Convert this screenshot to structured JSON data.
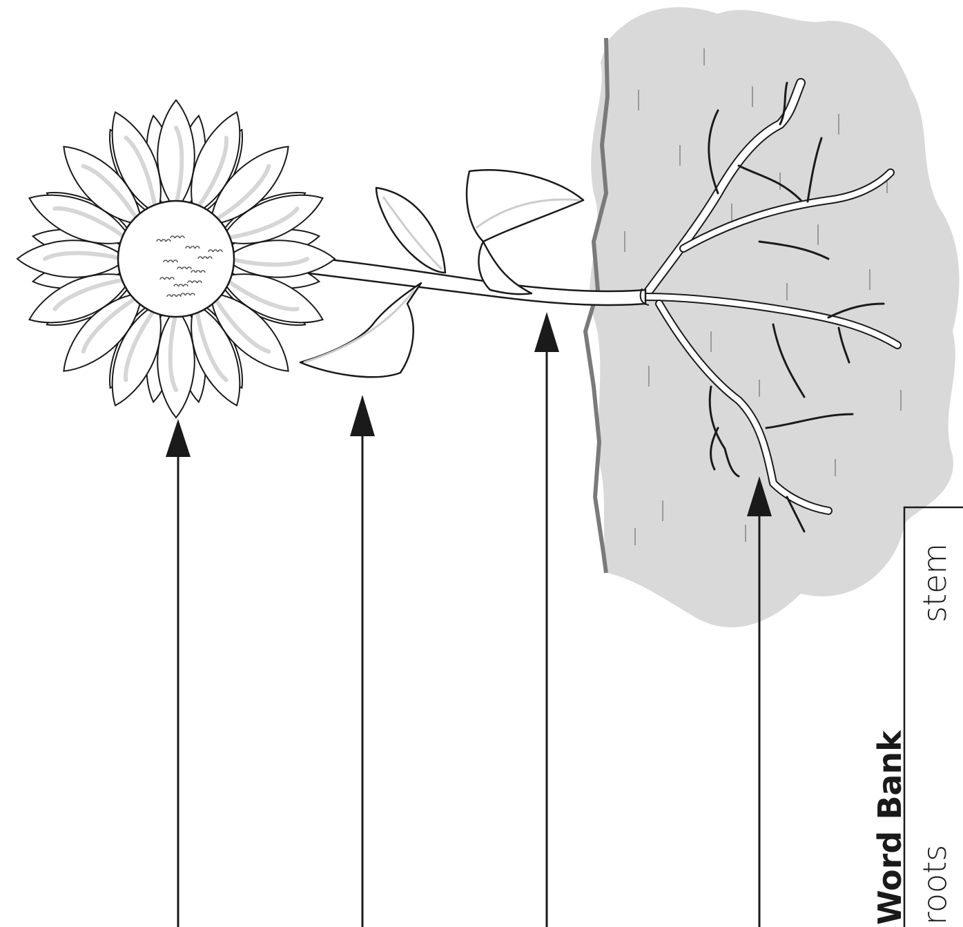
{
  "word_bank": {
    "title": "Word Bank",
    "words": [
      "roots",
      "stem"
    ]
  },
  "labels": {
    "count": 4
  },
  "colors": {
    "soil": "#d9d9d9",
    "soil_edge": "#7a7a7a",
    "petal_shade": "#d6d6d6",
    "ink": "#1a1a1a"
  }
}
